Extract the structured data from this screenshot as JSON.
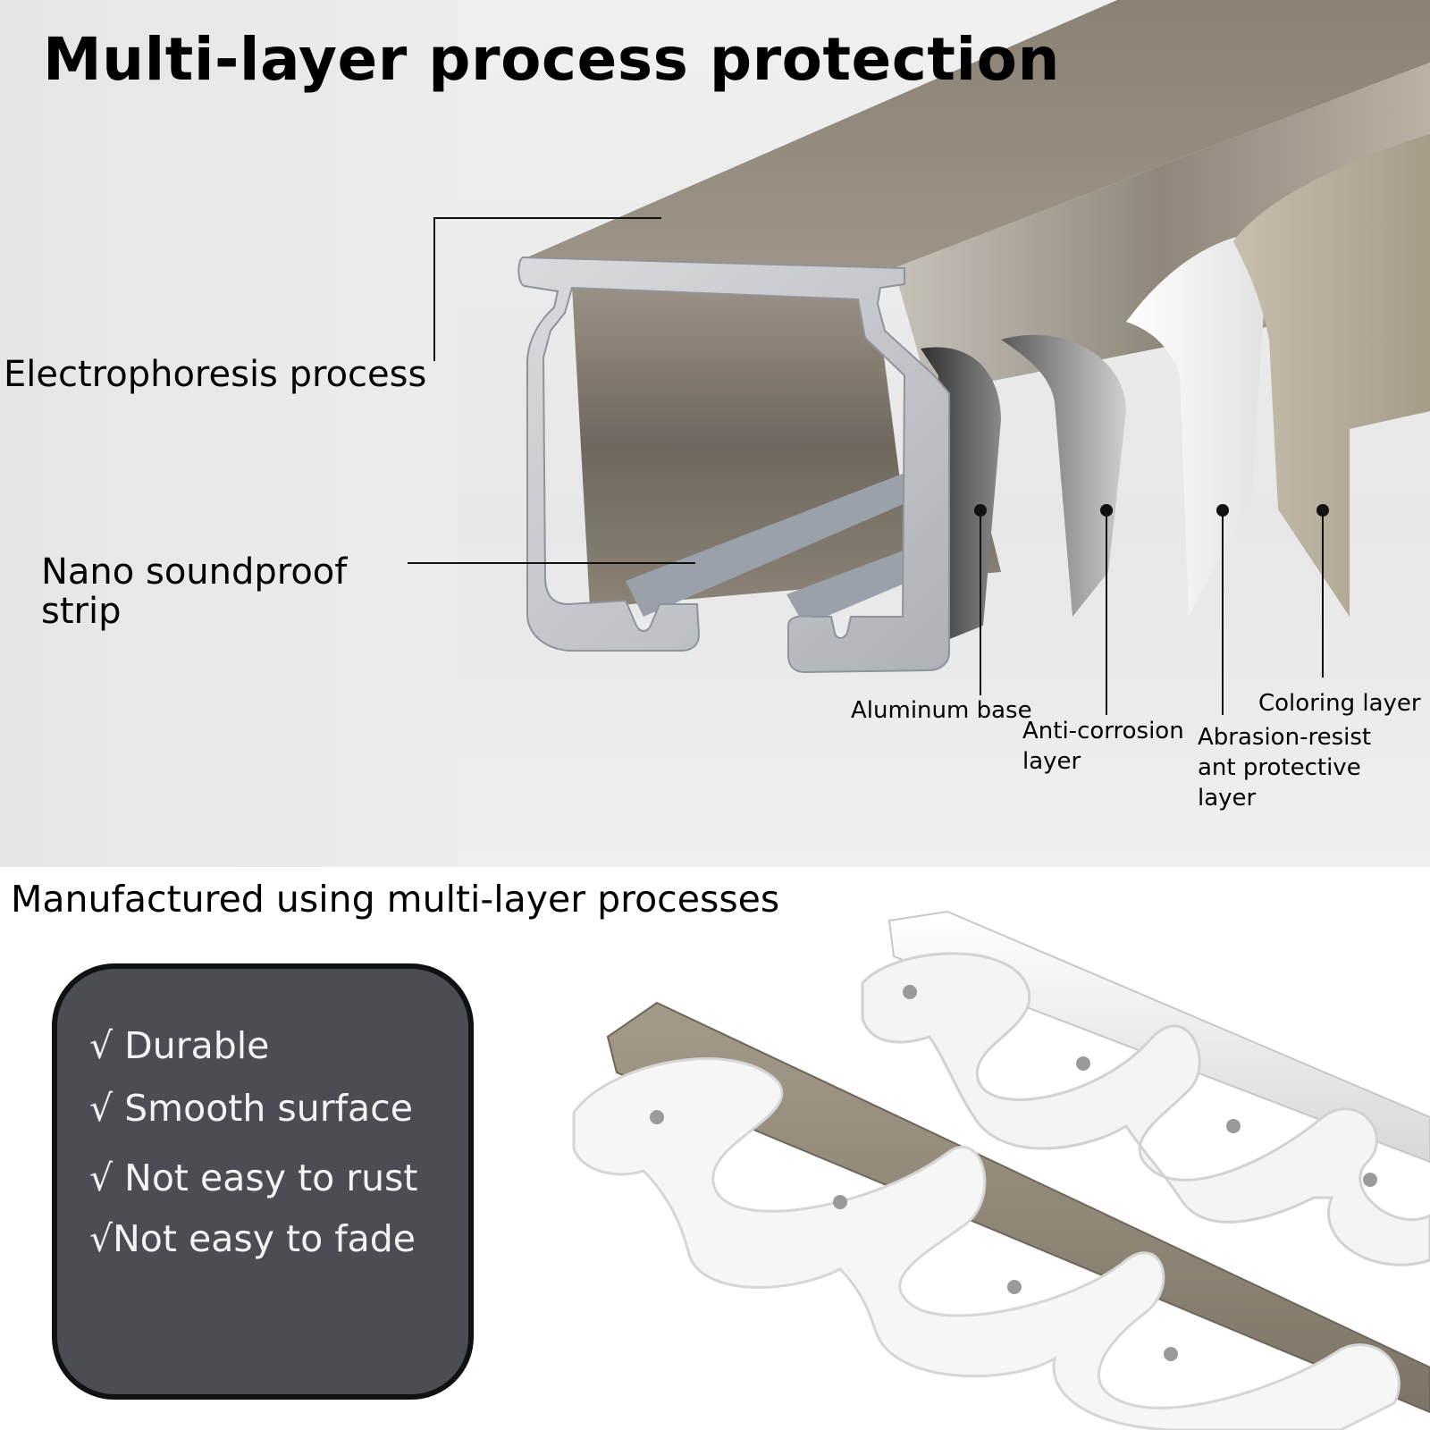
{
  "title": "Multi-layer process protection",
  "callouts": {
    "electrophoresis": "Electrophoresis process",
    "nano_line1": "Nano soundproof",
    "nano_line2": "strip",
    "aluminum_base": "Aluminum base",
    "anti_corrosion_line1": "Anti-corrosion",
    "anti_corrosion_line2": "layer",
    "abrasion_line1": "Abrasion-resist",
    "abrasion_line2": "ant protective",
    "abrasion_line3": "layer",
    "coloring_layer": "Coloring layer"
  },
  "subtitle": "Manufactured using multi-layer processes",
  "features": [
    "√ Durable",
    "√ Smooth surface",
    "√ Not easy to rust",
    "√Not easy to fade"
  ],
  "colors": {
    "rail_bronze": "#8d8578",
    "aluminum": "#c9ccd0",
    "feature_box_bg": "#4a4d52",
    "coloring_layer": "#b5ad9b"
  }
}
